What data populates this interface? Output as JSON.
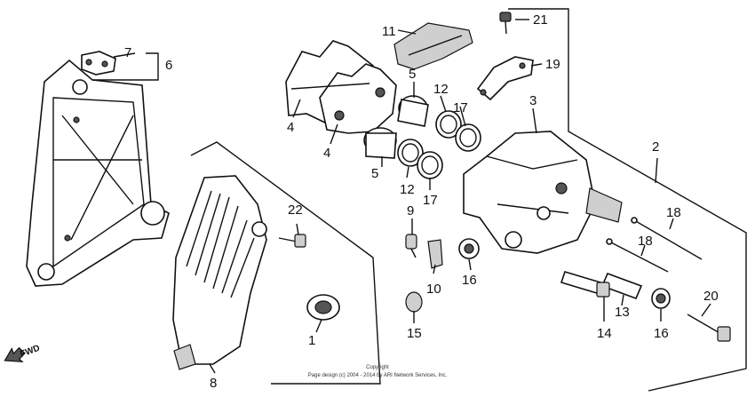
{
  "diagram": {
    "callouts": [
      {
        "id": "c1",
        "text": "1"
      },
      {
        "id": "c2",
        "text": "2"
      },
      {
        "id": "c3",
        "text": "3"
      },
      {
        "id": "c4a",
        "text": "4"
      },
      {
        "id": "c4b",
        "text": "4"
      },
      {
        "id": "c5a",
        "text": "5"
      },
      {
        "id": "c5b",
        "text": "5"
      },
      {
        "id": "c6",
        "text": "6"
      },
      {
        "id": "c7",
        "text": "7"
      },
      {
        "id": "c8",
        "text": "8"
      },
      {
        "id": "c9",
        "text": "9"
      },
      {
        "id": "c10",
        "text": "10"
      },
      {
        "id": "c11",
        "text": "11"
      },
      {
        "id": "c12a",
        "text": "12"
      },
      {
        "id": "c12b",
        "text": "12"
      },
      {
        "id": "c13",
        "text": "13"
      },
      {
        "id": "c14",
        "text": "14"
      },
      {
        "id": "c15",
        "text": "15"
      },
      {
        "id": "c16a",
        "text": "16"
      },
      {
        "id": "c16b",
        "text": "16"
      },
      {
        "id": "c17a",
        "text": "17"
      },
      {
        "id": "c17b",
        "text": "17"
      },
      {
        "id": "c18a",
        "text": "18"
      },
      {
        "id": "c18b",
        "text": "18"
      },
      {
        "id": "c19",
        "text": "19"
      },
      {
        "id": "c20",
        "text": "20"
      },
      {
        "id": "c21",
        "text": "21"
      },
      {
        "id": "c22",
        "text": "22"
      }
    ],
    "direction_label": "FWD",
    "copyright_line1": "Copyright",
    "copyright_line2": "Page design (c) 2004 - 2014 by ARI Network Services, Inc."
  }
}
